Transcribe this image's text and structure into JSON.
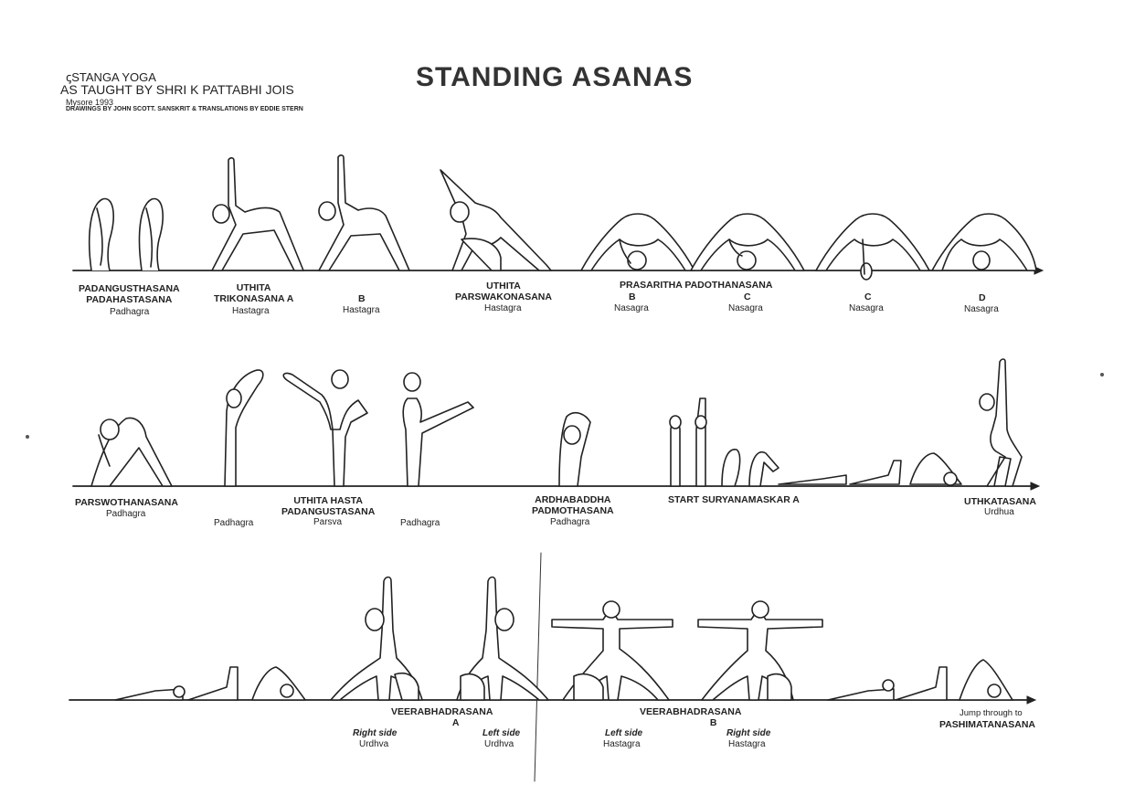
{
  "header": {
    "line1": "ꞔSTANGA YOGA",
    "line2": "AS TAUGHT BY SHRI K PATTABHI JOIS",
    "line3": "Mysore 1993",
    "line4": "DRAWINGS BY JOHN SCOTT. SANSKRIT & TRANSLATIONS BY EDDIE STERN",
    "title": "STANDING ASANAS"
  },
  "row1": [
    {
      "name": "PADANGUSTHASANA\nPADAHASTASANA",
      "drishti": "Padhagra"
    },
    {
      "name": "UTHITA\nTRIKONASANA A",
      "drishti": "Hastagra"
    },
    {
      "name": "B",
      "drishti": "Hastagra"
    },
    {
      "name": "UTHITA\nPARSWAKONASANA",
      "drishti": "Hastagra"
    },
    {
      "name": "PRASARITHA  PADOTHANASANA",
      "drishti": ""
    },
    {
      "name": "B",
      "drishti": "Nasagra"
    },
    {
      "name": "C",
      "drishti": "Nasagra"
    },
    {
      "name": "C",
      "drishti": "Nasagra"
    },
    {
      "name": "D",
      "drishti": "Nasagra"
    }
  ],
  "row2": [
    {
      "name": "PARSWOTHANASANA",
      "drishti": "Padhagra"
    },
    {
      "name": "",
      "drishti": "Padhagra"
    },
    {
      "name": "UTHITA HASTA\nPADANGUSTASANA",
      "drishti": "Parsva"
    },
    {
      "name": "",
      "drishti": "Padhagra"
    },
    {
      "name": "ARDHABADDHA\nPADMOTHASANA",
      "drishti": "Padhagra"
    },
    {
      "name": "START SURYANAMASKAR A",
      "drishti": ""
    },
    {
      "name": "UTHKATASANA",
      "drishti": "Urdhua"
    }
  ],
  "row3": [
    {
      "name": "VEERABHADRASANA\nA",
      "drishti": ""
    },
    {
      "name": "Right side",
      "drishti": "Urdhva"
    },
    {
      "name": "Left side",
      "drishti": "Urdhva"
    },
    {
      "name": "VEERABHADRASANA\nB",
      "drishti": ""
    },
    {
      "name": "Left side",
      "drishti": "Hastagra"
    },
    {
      "name": "Right side",
      "drishti": "Hastagra"
    },
    {
      "name": "Jump through to\nPASHIMATANASANA",
      "drishti": ""
    }
  ]
}
